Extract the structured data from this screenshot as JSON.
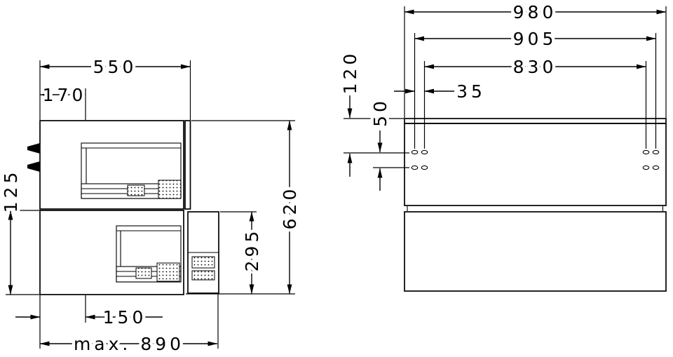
{
  "drawing": {
    "title": "vanity-cabinet-installation-dimensions",
    "colors": {
      "line": "#000000",
      "background": "#ffffff"
    },
    "side_view": {
      "depth_top": "550",
      "front_offset": "170",
      "left_height": "125",
      "total_height": "620",
      "lower_front_height": "295",
      "bottom_offset": "150",
      "max_height": "max. 890"
    },
    "front_view": {
      "overall_width": "980",
      "outer_hole_spacing": "905",
      "inner_hole_spacing": "830",
      "hole_top_offset": "120",
      "hole_row_spacing": "50",
      "hole_pair_spacing": "35"
    }
  }
}
